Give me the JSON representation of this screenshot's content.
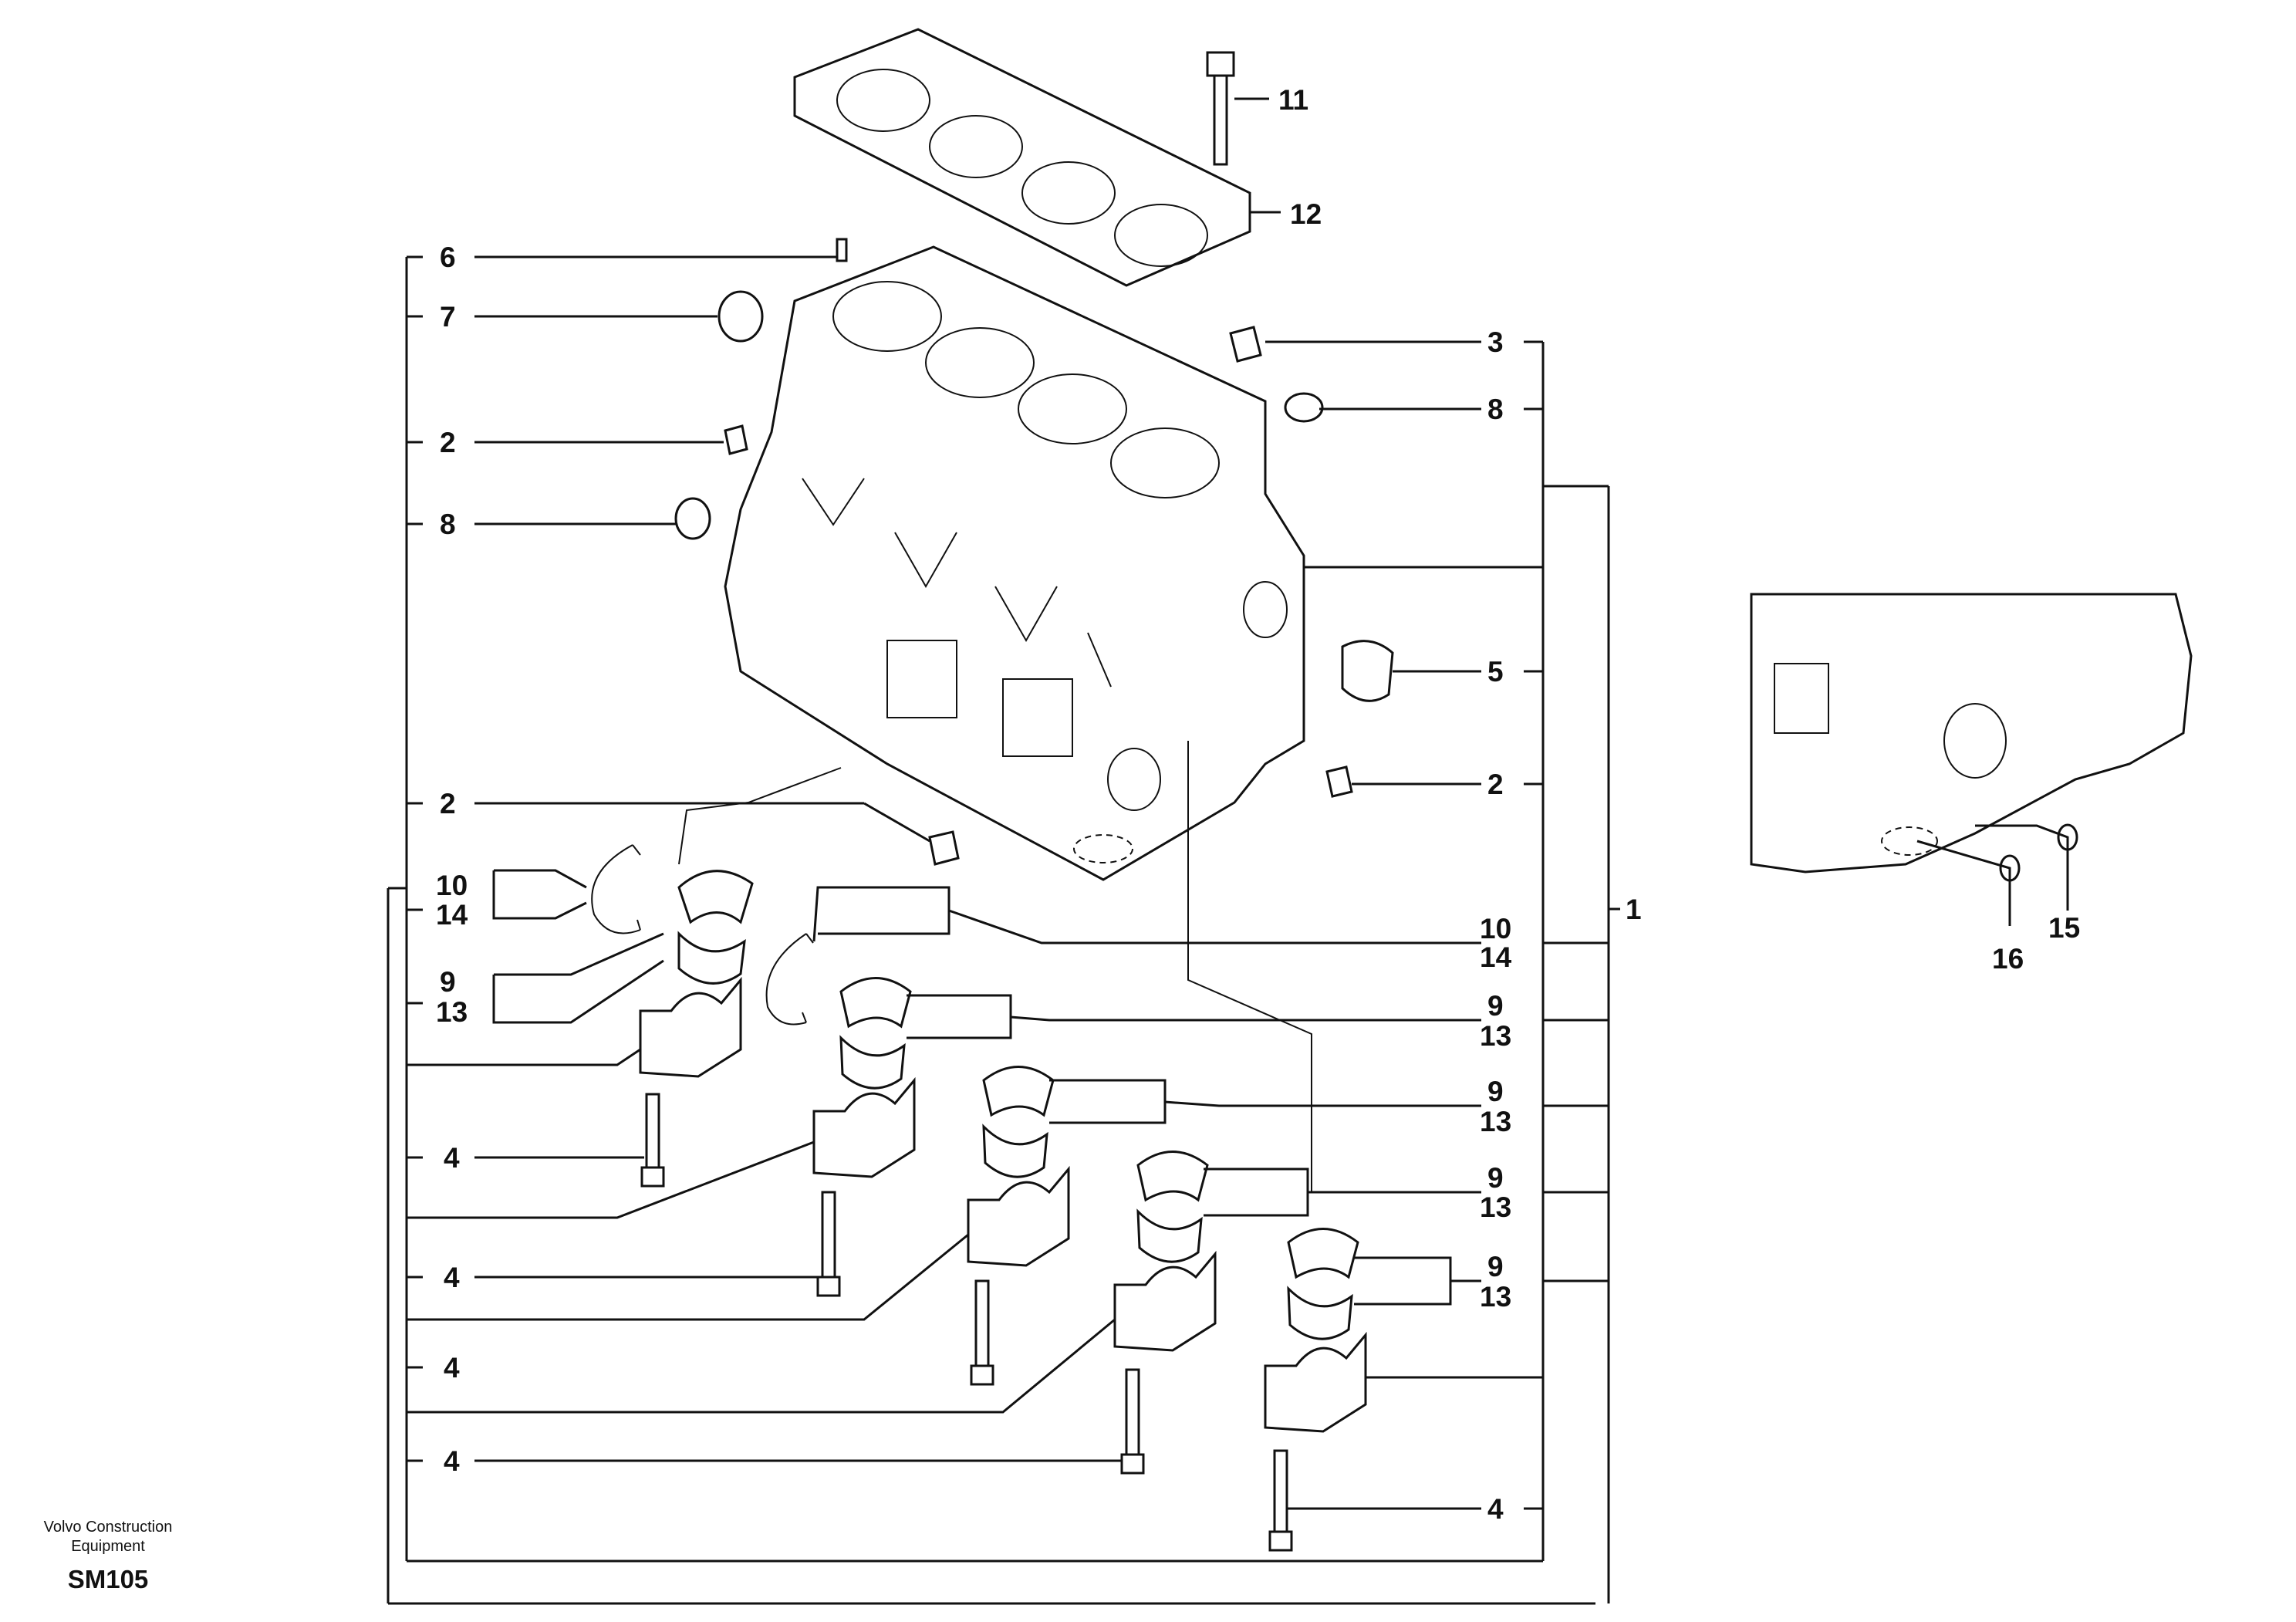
{
  "footer": {
    "company_line1": "Volvo Construction",
    "company_line2": "Equipment",
    "code": "SM105"
  },
  "callouts": {
    "c11": "11",
    "c12": "12",
    "c6": "6",
    "c7": "7",
    "c2_top": "2",
    "c8_left": "8",
    "c3": "3",
    "c8_right": "8",
    "c5": "5",
    "c2_right": "2",
    "c2_mid": "2",
    "c10_left": "10",
    "c14_left": "14",
    "c9_left": "9",
    "c13_left": "13",
    "c1": "1",
    "c10_right": "10",
    "c14_right": "14",
    "c9_r1": "9",
    "c13_r1": "13",
    "c9_r2": "9",
    "c13_r2": "13",
    "c9_r3": "9",
    "c13_r3": "13",
    "c9_r4": "9",
    "c13_r4": "13",
    "c4_a": "4",
    "c4_b": "4",
    "c4_c": "4",
    "c4_d": "4",
    "c4_right": "4",
    "c16": "16",
    "c15": "15"
  }
}
